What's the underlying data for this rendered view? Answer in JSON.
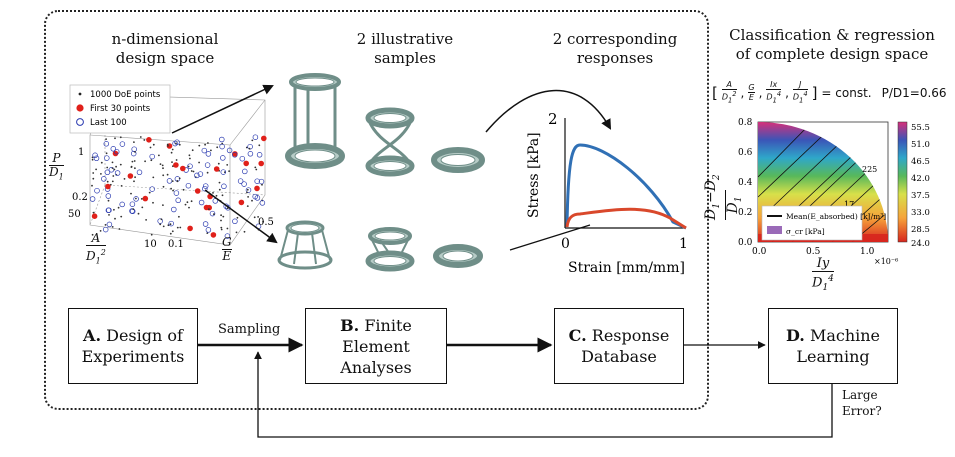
{
  "headers": {
    "design_space": [
      "n-dimensional",
      "design space"
    ],
    "samples": [
      "2 illustrative",
      "samples"
    ],
    "responses": [
      "2 corresponding",
      "responses"
    ],
    "ml": [
      "Classification & regression",
      "of complete design space"
    ]
  },
  "scatter_legend": [
    "1000 DoE points",
    "First 30 points",
    "Last 100"
  ],
  "scatter_axes": {
    "y_label": "P/D1",
    "y_ticks": [
      "1",
      "0.2"
    ],
    "z_ticks": [
      "50",
      "10"
    ],
    "x_label_bottom": "A/D1²",
    "x_ticks": [
      "0.1",
      "0.5"
    ],
    "g_label": "G/E"
  },
  "response_plot": {
    "y_label": "Stress [kPa]",
    "x_label": "Strain [mm/mm]",
    "y_tick": "2",
    "x_ticks": [
      "0",
      "1"
    ]
  },
  "ml_plot": {
    "equation_right": "= const.",
    "ratio": "P/D1=0.66",
    "y_label": "(D1−D2)/D1",
    "x_label": "Iy/D1⁴",
    "x_exp": "×10⁻⁶",
    "y_ticks": [
      "0.8",
      "0.6",
      "0.4",
      "0.2",
      "0.0"
    ],
    "x_ticks": [
      "0.0",
      "0.5",
      "1.0"
    ],
    "colorbar_ticks": [
      "55.5",
      "51.0",
      "46.5",
      "42.0",
      "37.5",
      "33.0",
      "28.5",
      "24.0"
    ],
    "legend": [
      "Mean(E_absorbed) [kJ/m³]",
      "σ_cr [kPa]"
    ],
    "contour_labels": [
      "225",
      "17"
    ]
  },
  "boxes": {
    "a_bold": "A.",
    "a_rest": "Design of",
    "a_line2": "Experiments",
    "b_bold": "B.",
    "b_rest": "Finite Element",
    "b_line2": "Analyses",
    "c_bold": "C.",
    "c_rest": "Response",
    "c_line2": "Database",
    "d_bold": "D.",
    "d_rest": "Machine",
    "d_line2": "Learning"
  },
  "edge_labels": {
    "sampling": "Sampling",
    "large_error": [
      "Large",
      "Error?"
    ]
  }
}
